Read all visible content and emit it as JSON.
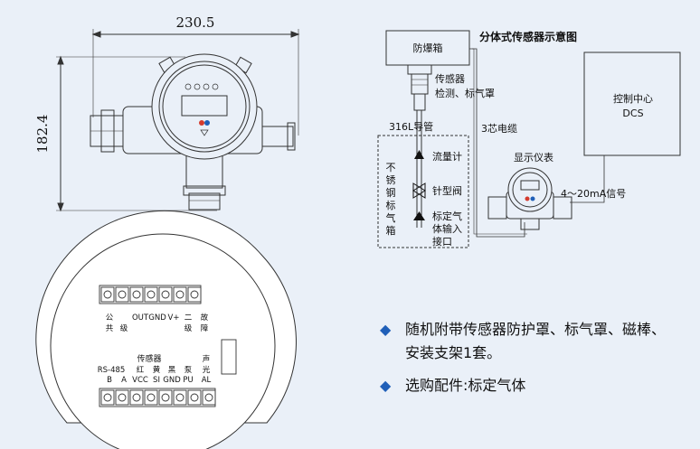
{
  "dimensions": {
    "width": "230.5",
    "height": "182.4"
  },
  "split_diagram": {
    "title": "分体式传感器示意图",
    "box_label": "防爆箱",
    "sensor_lines": [
      "传感器",
      "检测、标气罩"
    ],
    "pipe_label": "316L导管",
    "cable_label": "3芯电缆",
    "gas_box_chars": [
      "不",
      "锈",
      "钢",
      "标",
      "气",
      "箱"
    ],
    "flowmeter": "流量计",
    "needle_valve": "针型阀",
    "inlet_lines": [
      "标定气",
      "体输入",
      "接口"
    ],
    "display_label": "显示仪表",
    "signal_label": "4～20mA信号",
    "control_lines": [
      "控制中心",
      "DCS"
    ]
  },
  "terminal": {
    "top_labels": [
      [
        "公",
        "共"
      ],
      [
        "",
        "级"
      ],
      [
        "OUT",
        ""
      ],
      [
        "GND",
        ""
      ],
      [
        "V+",
        ""
      ],
      [
        "二",
        "级"
      ],
      [
        "故",
        "障"
      ]
    ],
    "sensor_header": "传感器",
    "bottom_labels": [
      [
        "RS-485",
        "B"
      ],
      [
        "",
        "A"
      ],
      [
        "红",
        "VCC"
      ],
      [
        "黄",
        "SI"
      ],
      [
        "黑",
        "GND"
      ],
      [
        "泵",
        "PU"
      ]
    ],
    "alarm_chars": [
      "声",
      "光",
      "AL"
    ]
  },
  "bullets": [
    {
      "line1": "随机附带传感器防护罩、标气罩、磁棒、",
      "line2": "安装支架1套。"
    },
    {
      "line1": "选购配件:标定气体",
      "line2": ""
    }
  ],
  "colors": {
    "accent": "#1f5fb8",
    "background": "#eaf0f8"
  }
}
